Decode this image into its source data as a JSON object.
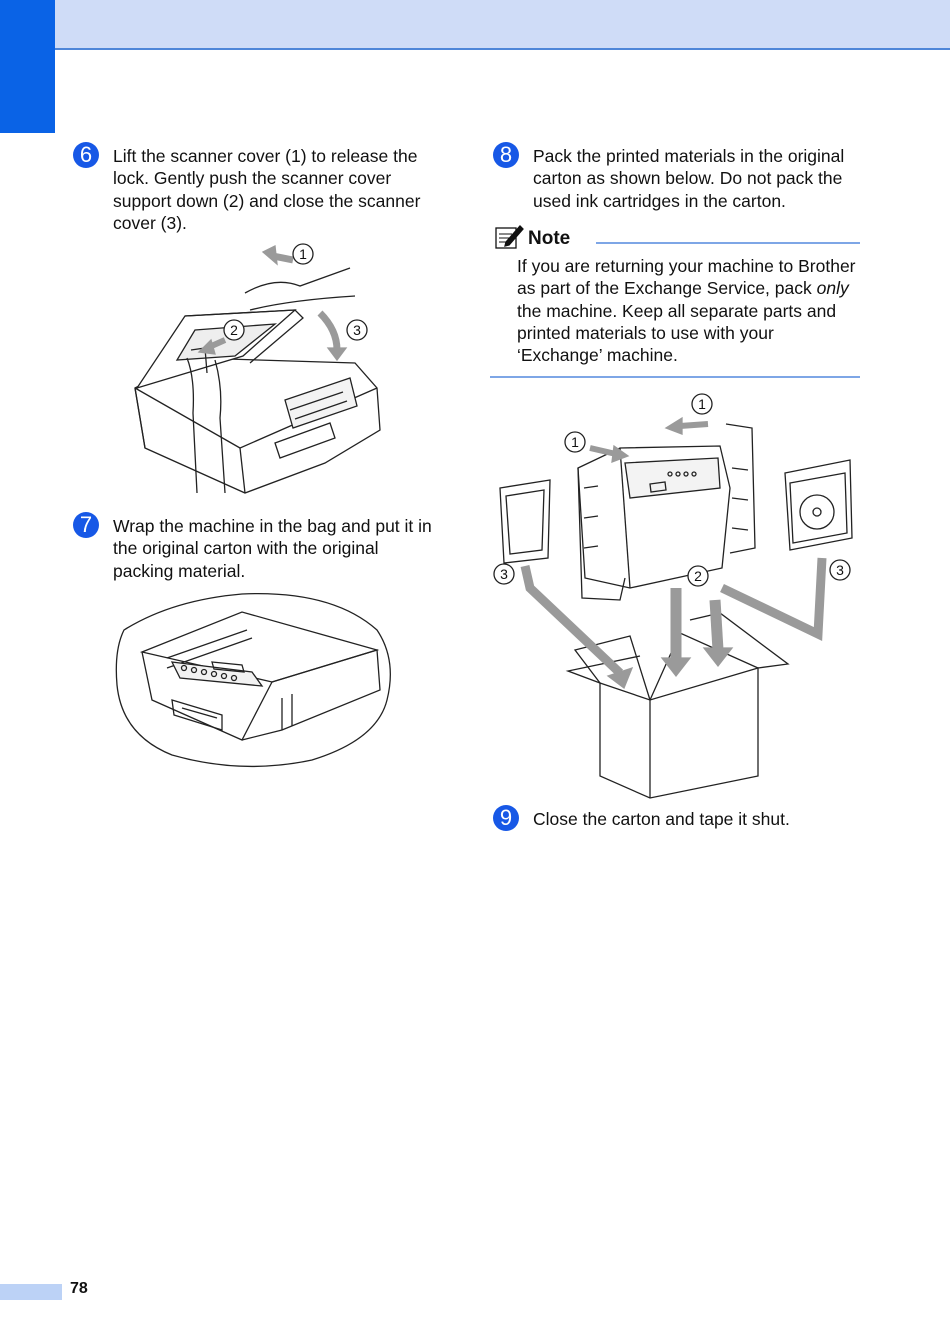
{
  "steps": [
    {
      "num": "6",
      "text": "Lift the scanner cover (1) to release the lock. Gently push the scanner cover support down (2) and close the scanner cover (3)."
    },
    {
      "num": "7",
      "text": "Wrap the machine in the bag and put it in the original carton with the original packing material."
    },
    {
      "num": "8",
      "text": "Pack the printed materials in the original carton as shown below. Do not pack the used ink cartridges in the carton."
    },
    {
      "num": "9",
      "text": "Close the carton and tape it shut."
    }
  ],
  "note": {
    "title": "Note",
    "body_before": "If you are returning your machine to Brother as part of the Exchange Service, pack ",
    "body_emphasis": "only",
    "body_after": " the machine. Keep all separate parts and printed materials to use with your ‘Exchange’ machine."
  },
  "figure1": {
    "callouts": [
      "1",
      "2",
      "3"
    ]
  },
  "figure3": {
    "callouts": [
      "1",
      "1",
      "3",
      "2",
      "3"
    ]
  },
  "footer": {
    "page_number": "78"
  },
  "colors": {
    "accent": "#0a63e6",
    "band": "#cfdcf7",
    "rule": "#7ea6e6",
    "step_badge": "#1758e6"
  }
}
